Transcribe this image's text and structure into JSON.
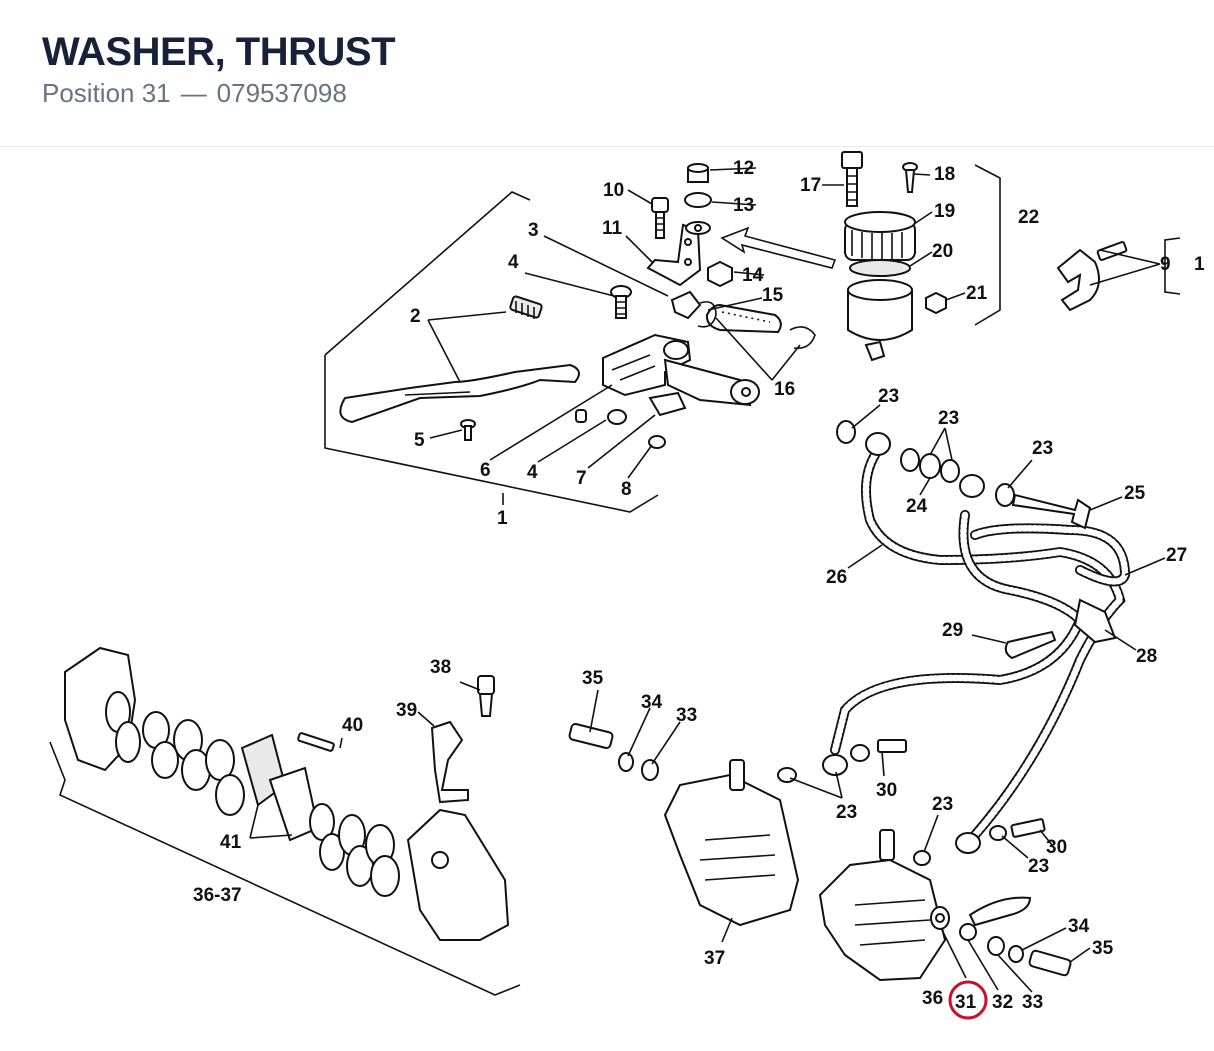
{
  "header": {
    "title": "WASHER, THRUST",
    "position_label": "Position 31",
    "separator": "—",
    "part_number": "079537098"
  },
  "highlight": {
    "callout": "31",
    "color": "#c8102e"
  },
  "callouts": {
    "c1a": "1",
    "c1b": "1",
    "c2": "2",
    "c3": "3",
    "c4a": "4",
    "c4b": "4",
    "c5": "5",
    "c6": "6",
    "c7": "7",
    "c8": "8",
    "c9": "9",
    "c10": "10",
    "c11": "11",
    "c12": "12",
    "c13": "13",
    "c14": "14",
    "c15": "15",
    "c16": "16",
    "c17": "17",
    "c18": "18",
    "c19": "19",
    "c20": "20",
    "c21": "21",
    "c22": "22",
    "c23a": "23",
    "c23b": "23",
    "c23c": "23",
    "c23d": "23",
    "c23e": "23",
    "c23f": "23",
    "c24": "24",
    "c25": "25",
    "c26": "26",
    "c27": "27",
    "c28": "28",
    "c29": "29",
    "c30a": "30",
    "c30b": "30",
    "c31": "31",
    "c32": "32",
    "c33a": "33",
    "c33b": "33",
    "c34a": "34",
    "c34b": "34",
    "c35a": "35",
    "c35b": "35",
    "c36": "36",
    "c3637": "36-37",
    "c37": "37",
    "c38": "38",
    "c39": "39",
    "c40": "40",
    "c41": "41"
  }
}
